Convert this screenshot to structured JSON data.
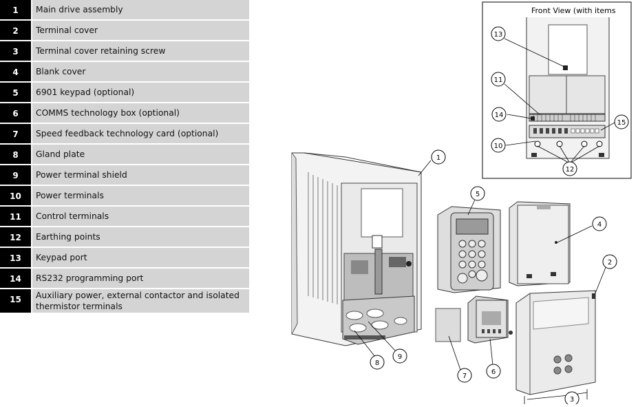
{
  "legend": [
    {
      "num": "1",
      "label": "Main drive assembly"
    },
    {
      "num": "2",
      "label": "Terminal cover"
    },
    {
      "num": "3",
      "label": "Terminal cover retaining screw"
    },
    {
      "num": "4",
      "label": "Blank cover"
    },
    {
      "num": "5",
      "label": "6901 keypad (optional)"
    },
    {
      "num": "6",
      "label": "COMMS technology box (optional)"
    },
    {
      "num": "7",
      "label": "Speed feedback technology card (optional)"
    },
    {
      "num": "8",
      "label": "Gland plate"
    },
    {
      "num": "9",
      "label": "Power terminal shield"
    },
    {
      "num": "10",
      "label": "Power terminals"
    },
    {
      "num": "11",
      "label": "Control terminals"
    },
    {
      "num": "12",
      "label": "Earthing points"
    },
    {
      "num": "13",
      "label": "Keypad port"
    },
    {
      "num": "14",
      "label": "RS232 programming port"
    },
    {
      "num": "15",
      "label": "Auxiliary power, external contactor and isolated thermistor terminals"
    }
  ],
  "front_view": {
    "title": "Front View (with items"
  },
  "callouts": {
    "c1": "1",
    "c2": "2",
    "c3": "3",
    "c4": "4",
    "c5": "5",
    "c6": "6",
    "c7": "7",
    "c8": "8",
    "c9": "9",
    "c10": "10",
    "c11": "11",
    "c12": "12",
    "c13": "13",
    "c14": "14",
    "c15": "15"
  }
}
